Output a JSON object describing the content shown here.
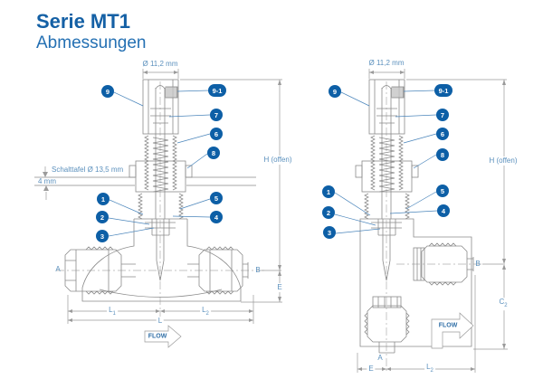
{
  "header": {
    "title": "Serie MT1",
    "subtitle": "Abmessungen"
  },
  "callouts": {
    "c1": "1",
    "c2": "2",
    "c3": "3",
    "c4": "4",
    "c5": "5",
    "c6": "6",
    "c7": "7",
    "c8": "8",
    "c9": "9",
    "c9_1": "9-1"
  },
  "dimensions": {
    "stem_diameter": "Ø 11,2 mm",
    "panel_label": "Schalttafel Ø 13,5 mm",
    "panel_thickness": "4 mm",
    "height_open": "H (offen)",
    "port_a": "A",
    "port_b": "B",
    "dim_e": "E",
    "dim_l": "L",
    "dim_l1": {
      "base": "L",
      "sub": "1"
    },
    "dim_l2": {
      "base": "L",
      "sub": "2"
    },
    "dim_c2": {
      "base": "C",
      "sub": "2"
    },
    "flow": "FLOW"
  },
  "colors": {
    "title_blue": "#1460a5",
    "subtitle_blue": "#2470b3",
    "badge_blue": "#0d5fa6",
    "leader_blue": "#4a85bb",
    "dimension_text_blue": "#5b90bd",
    "line_gray": "#8a8a8a"
  }
}
